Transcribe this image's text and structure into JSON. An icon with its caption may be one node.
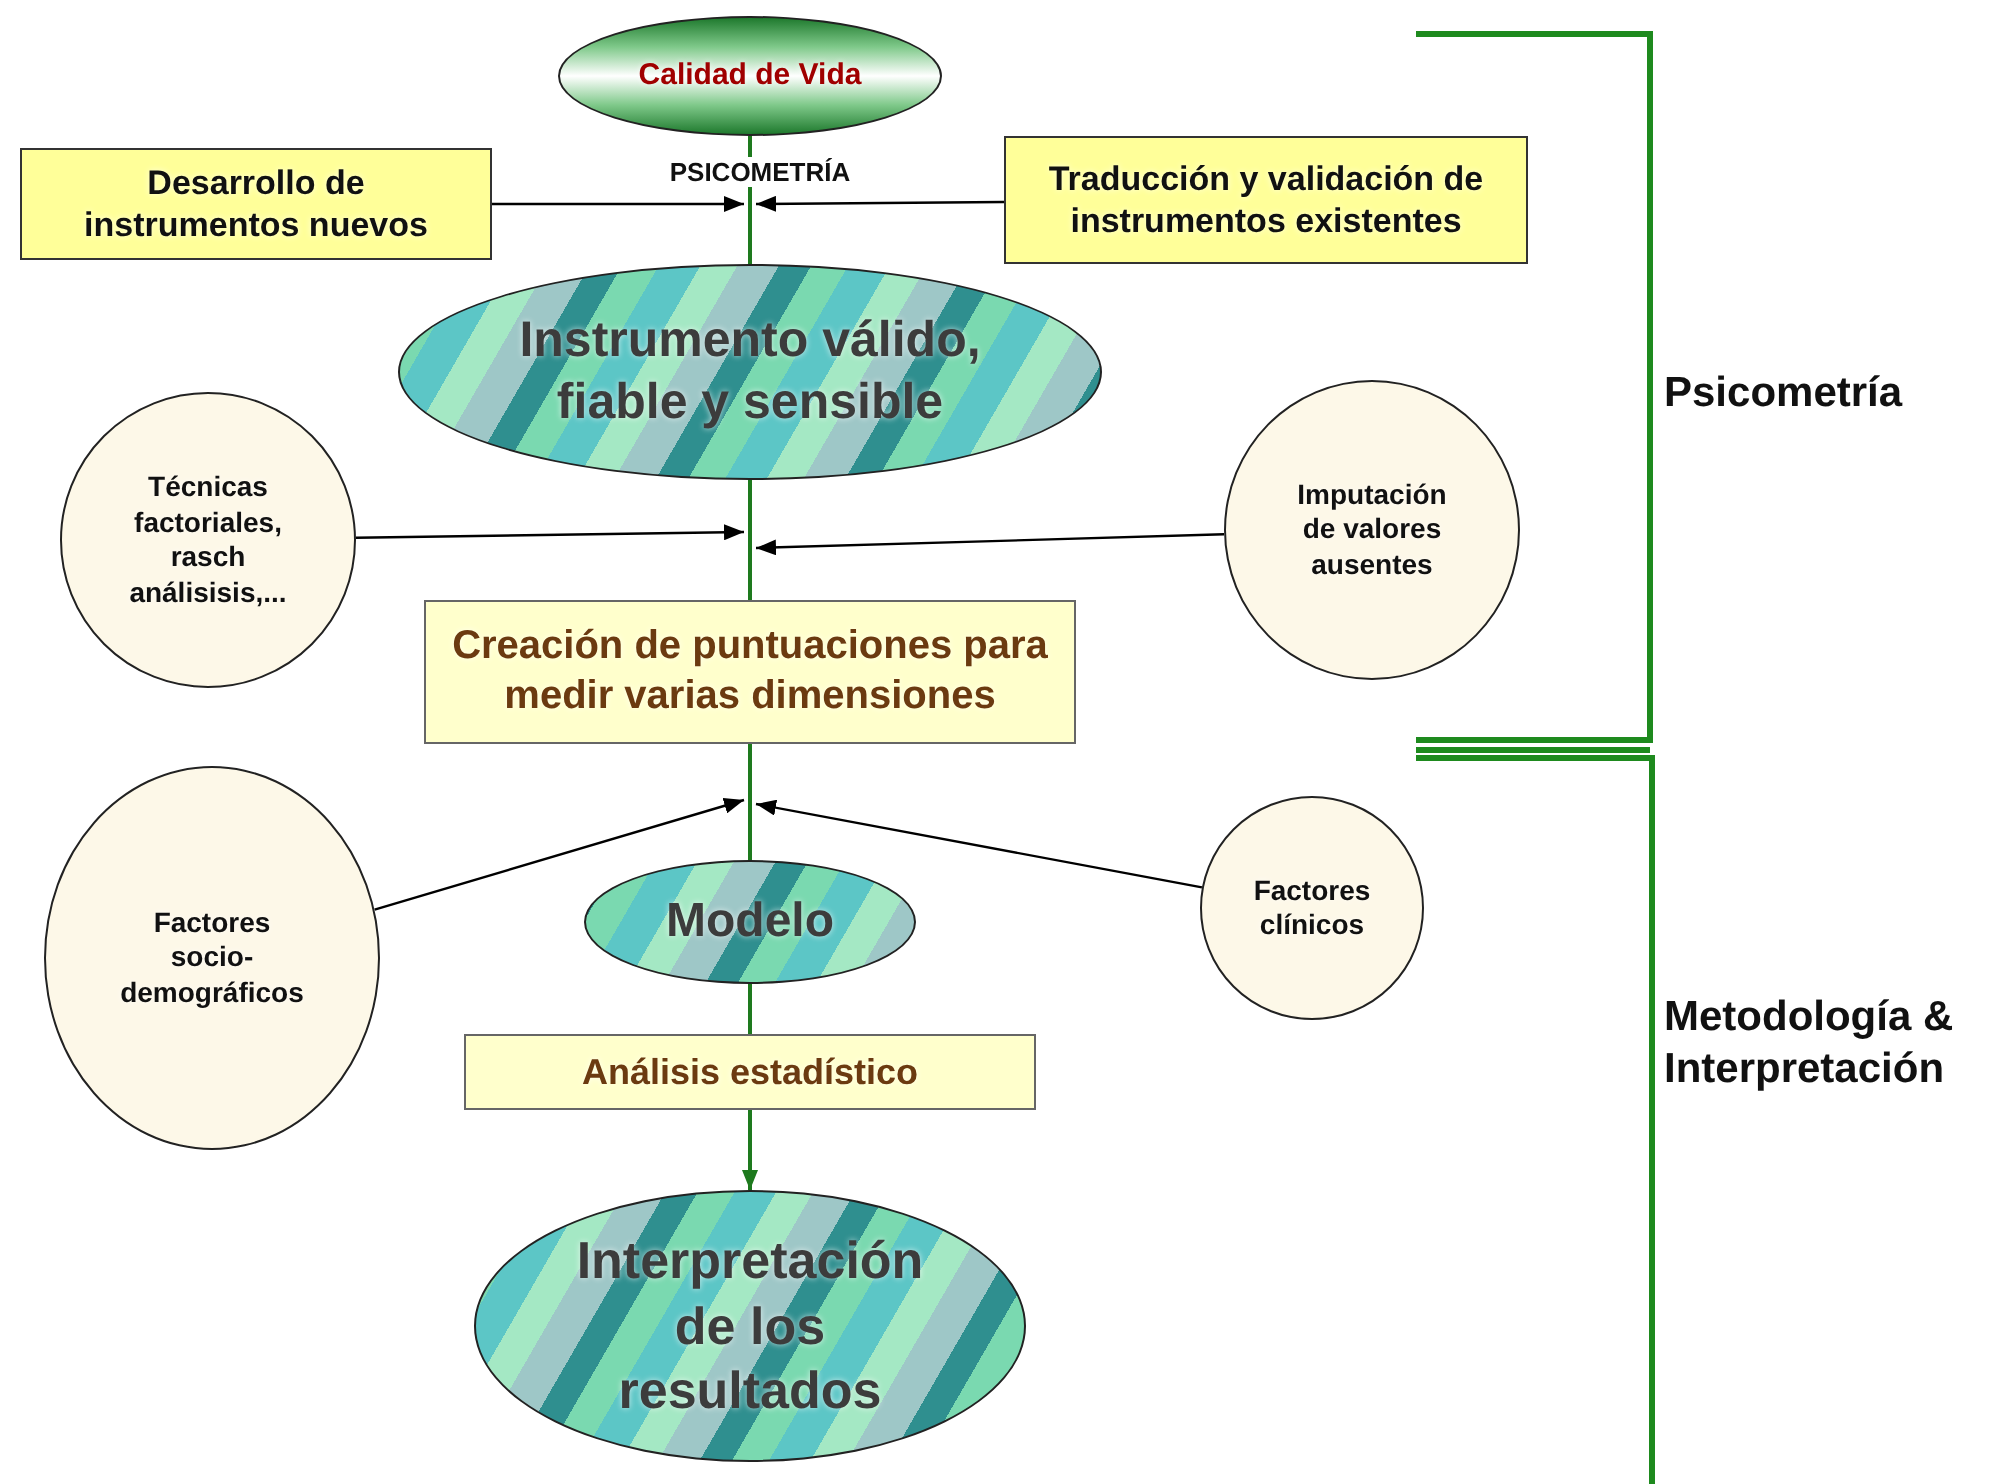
{
  "diagram": {
    "nodes": [
      {
        "text": [
          "Calidad de Vida"
        ]
      },
      {
        "text": [
          "Desarrollo de instrumentos nuevos"
        ]
      },
      {
        "text": [
          "Traducción y validación de instrumentos existentes"
        ]
      },
      {
        "text": [
          "Instrumento válido, fiable y sensible"
        ]
      },
      {
        "text": [
          "Técnicas factoriales, rasch análisisis,..."
        ]
      },
      {
        "text": [
          "Imputación de valores ausentes"
        ]
      },
      {
        "text": [
          "Creación de puntuaciones para medir varias dimensiones"
        ]
      },
      {
        "text": [
          "Factores socio-demográficos"
        ]
      },
      {
        "text": [
          "Factores clínicos"
        ]
      },
      {
        "text": [
          "Modelo"
        ]
      },
      {
        "text": [
          "Análisis estadístico"
        ]
      },
      {
        "text": [
          "Interpretación de los resultados"
        ]
      }
    ],
    "edges": [
      {
        "from": 0,
        "to": 3,
        "arrow": "none",
        "label": "PSICOMETRÍA",
        "color": "#1e7a1e"
      },
      {
        "from": 1,
        "to": null,
        "arrow": "to"
      },
      {
        "from": 2,
        "to": null,
        "arrow": "to"
      },
      {
        "from": 3,
        "to": 6,
        "arrow": "none",
        "color": "#1e7a1e"
      },
      {
        "from": 4,
        "to": null,
        "arrow": "to"
      },
      {
        "from": 5,
        "to": null,
        "arrow": "to"
      },
      {
        "from": 6,
        "to": 9,
        "arrow": "none",
        "color": "#1e7a1e"
      },
      {
        "from": 7,
        "to": null,
        "arrow": "to"
      },
      {
        "from": 8,
        "to": null,
        "arrow": "to"
      },
      {
        "from": 9,
        "to": 10,
        "arrow": "none",
        "color": "#1e7a1e"
      },
      {
        "from": 10,
        "to": 11,
        "arrow": "to",
        "color": "#1e7a1e"
      }
    ],
    "labels": [
      "Psicometría",
      "Metodología & Interpretación"
    ]
  }
}
